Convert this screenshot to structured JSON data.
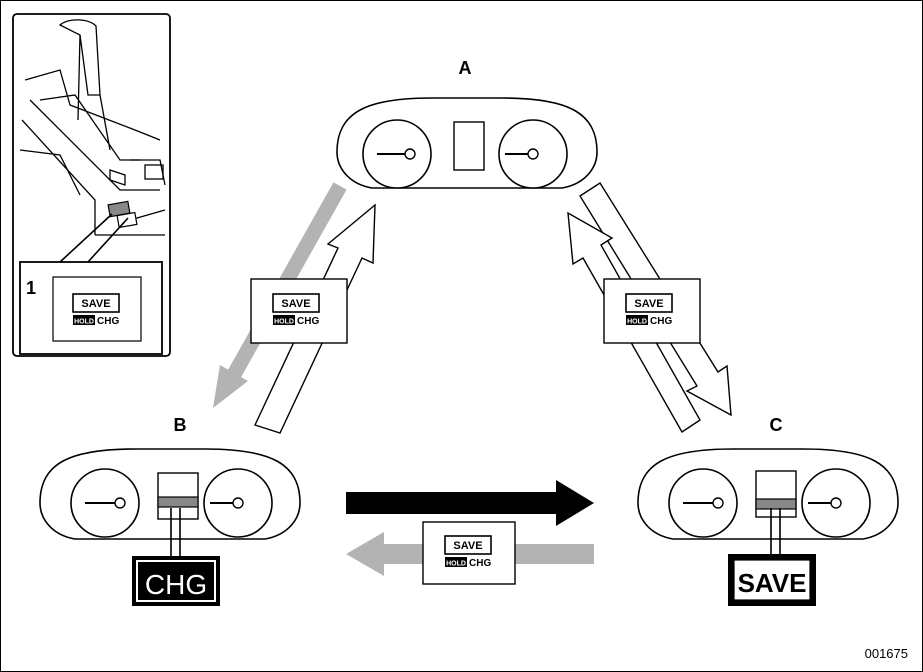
{
  "labels": {
    "a": "A",
    "b": "B",
    "c": "C",
    "callout": "1"
  },
  "button": {
    "top": "SAVE",
    "hold": "HOLD",
    "bottom": "CHG"
  },
  "indicators": {
    "chg": "CHG",
    "save": "SAVE"
  },
  "figure_code": "001675",
  "colors": {
    "gray_arrow": "#b3b3b3",
    "black_arrow": "#000000"
  }
}
